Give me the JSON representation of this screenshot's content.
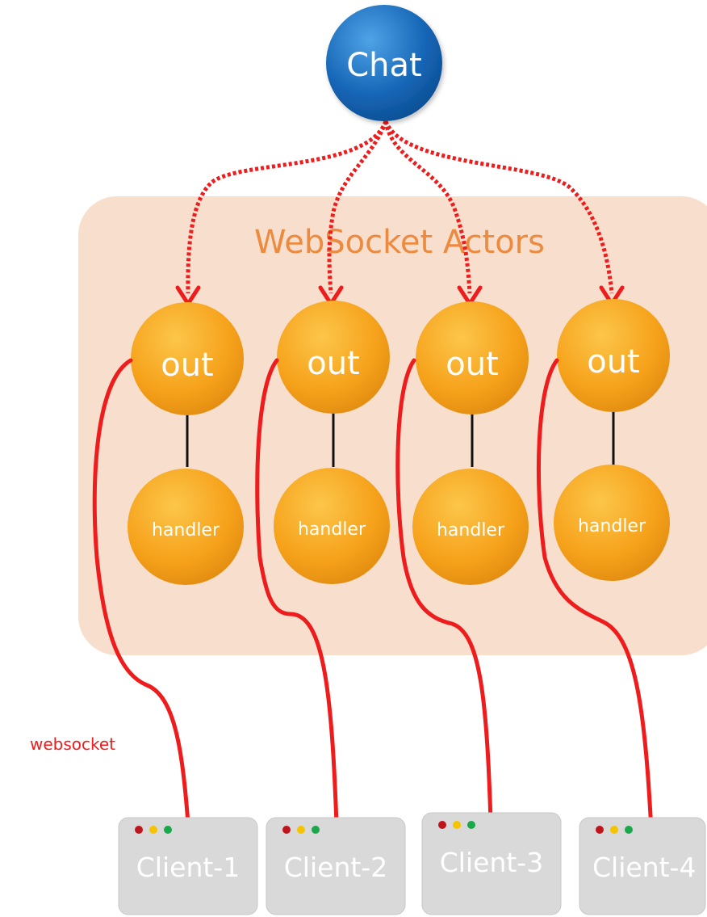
{
  "chat": {
    "label": "Chat"
  },
  "group": {
    "label": "WebSocket Actors"
  },
  "actors": [
    {
      "out_label": "out",
      "handler_label": "handler"
    },
    {
      "out_label": "out",
      "handler_label": "handler"
    },
    {
      "out_label": "out",
      "handler_label": "handler"
    },
    {
      "out_label": "out",
      "handler_label": "handler"
    }
  ],
  "connection_label": "websocket",
  "clients": [
    {
      "label": "Client-1"
    },
    {
      "label": "Client-2"
    },
    {
      "label": "Client-3"
    },
    {
      "label": "Client-4"
    }
  ],
  "colors": {
    "chat_fill": "#1565b6",
    "group_fill": "#f8dfcd",
    "group_text": "#ec8a3f",
    "actor_fill": "#f6a11a",
    "arrow_red": "#ee1c1c",
    "client_fill": "#d9d9d9",
    "dot_red": "#c0141c",
    "dot_yellow": "#f5c400",
    "dot_green": "#1aa84a"
  }
}
